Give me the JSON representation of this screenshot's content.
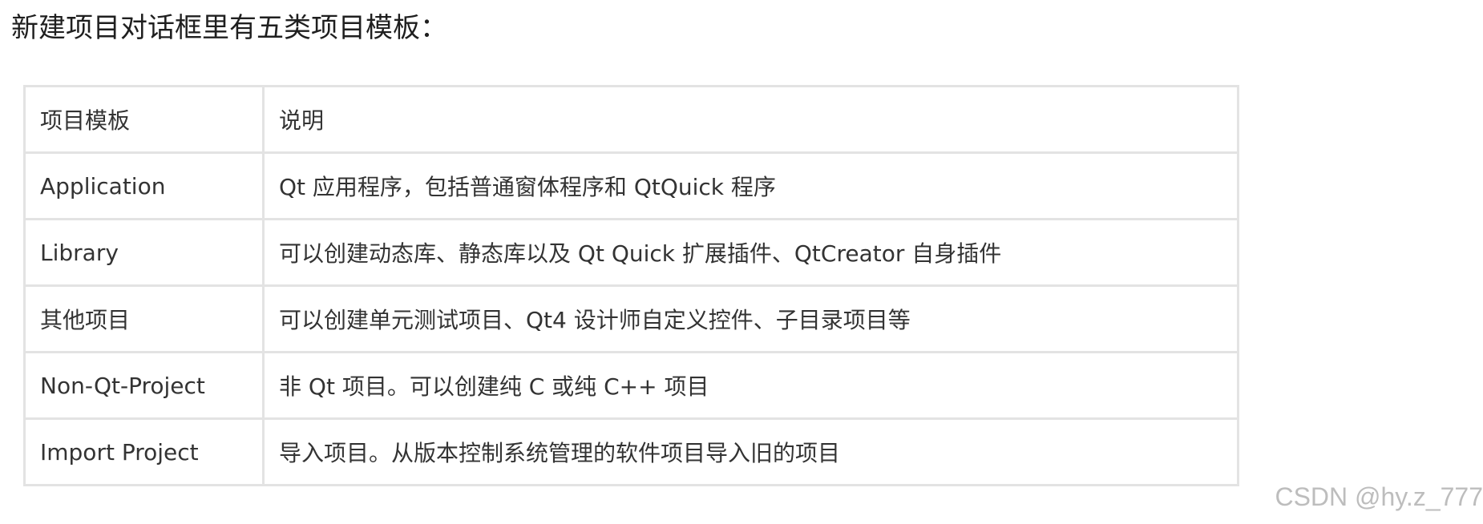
{
  "intro": "新建项目对话框里有五类项目模板：",
  "table": {
    "headers": [
      "项目模板",
      "说明"
    ],
    "rows": [
      {
        "template": "Application",
        "description": "Qt 应用程序，包括普通窗体程序和 QtQuick 程序"
      },
      {
        "template": "Library",
        "description": "可以创建动态库、静态库以及 Qt Quick 扩展插件、QtCreator 自身插件"
      },
      {
        "template": "其他项目",
        "description": "可以创建单元测试项目、Qt4 设计师自定义控件、子目录项目等"
      },
      {
        "template": "Non-Qt-Project",
        "description": "非 Qt 项目。可以创建纯 C 或纯 C++ 项目"
      },
      {
        "template": "Import Project",
        "description": "导入项目。从版本控制系统管理的软件项目导入旧的项目"
      }
    ]
  },
  "watermark": "CSDN @hy.z_777"
}
